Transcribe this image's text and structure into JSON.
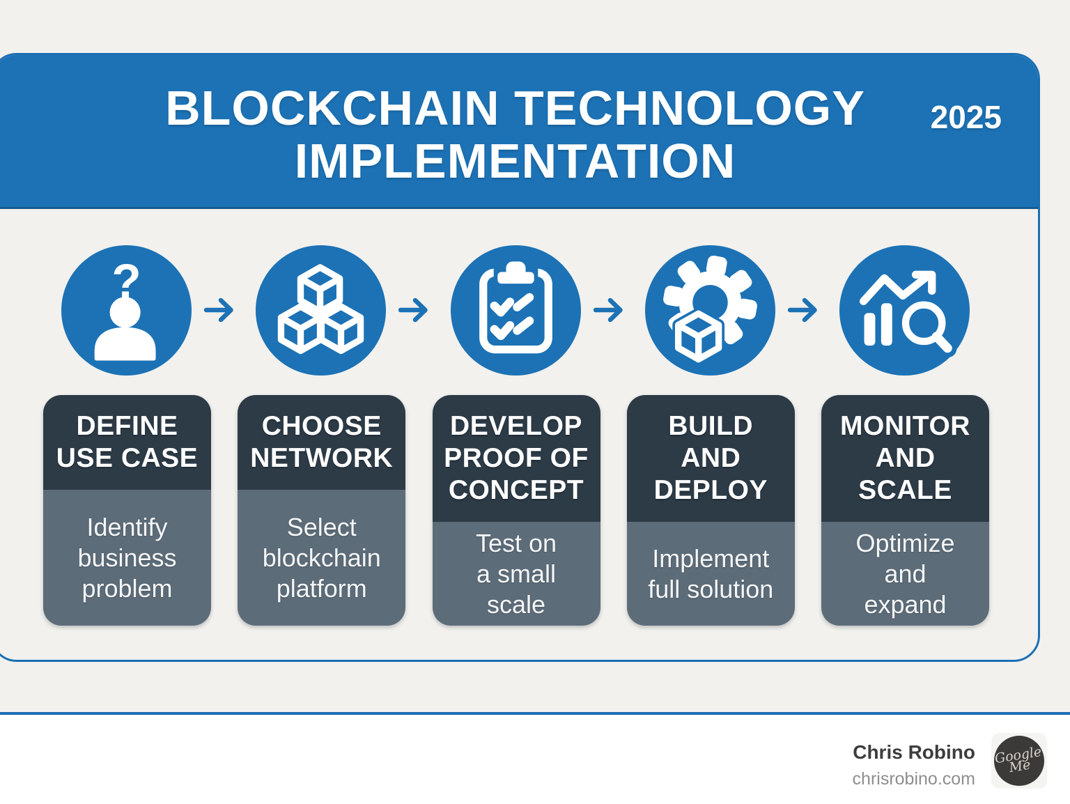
{
  "header": {
    "title_line1": "BLOCKCHAIN TECHNOLOGY",
    "title_line2": "IMPLEMENTATION",
    "year": "2025"
  },
  "steps": [
    {
      "icon": "person-question-icon",
      "title": "DEFINE\nUSE CASE",
      "description": "Identify\nbusiness\nproblem"
    },
    {
      "icon": "blockchain-cubes-icon",
      "title": "CHOOSE\nNETWORK",
      "description": "Select\nblockchain\nplatform"
    },
    {
      "icon": "clipboard-checklist-icon",
      "title": "DEVELOP\nPROOF OF\nCONCEPT",
      "description": "Test on\na small\nscale"
    },
    {
      "icon": "gear-cube-icon",
      "title": "BUILD\nAND\nDEPLOY",
      "description": "Implement\nfull solution"
    },
    {
      "icon": "chart-magnifier-icon",
      "title": "MONITOR\nAND SCALE",
      "description": "Optimize\nand\nexpand"
    }
  ],
  "footer": {
    "author": "Chris Robino",
    "website": "chrisrobino.com",
    "logo_line1": "Google",
    "logo_line2": "Me"
  },
  "colors": {
    "primary_blue": "#1C72B5",
    "card_title_bg": "#2D3B47",
    "card_body_bg": "#5D6C79",
    "page_background": "#F2F1EE",
    "footer_background": "#FFFFFF"
  }
}
